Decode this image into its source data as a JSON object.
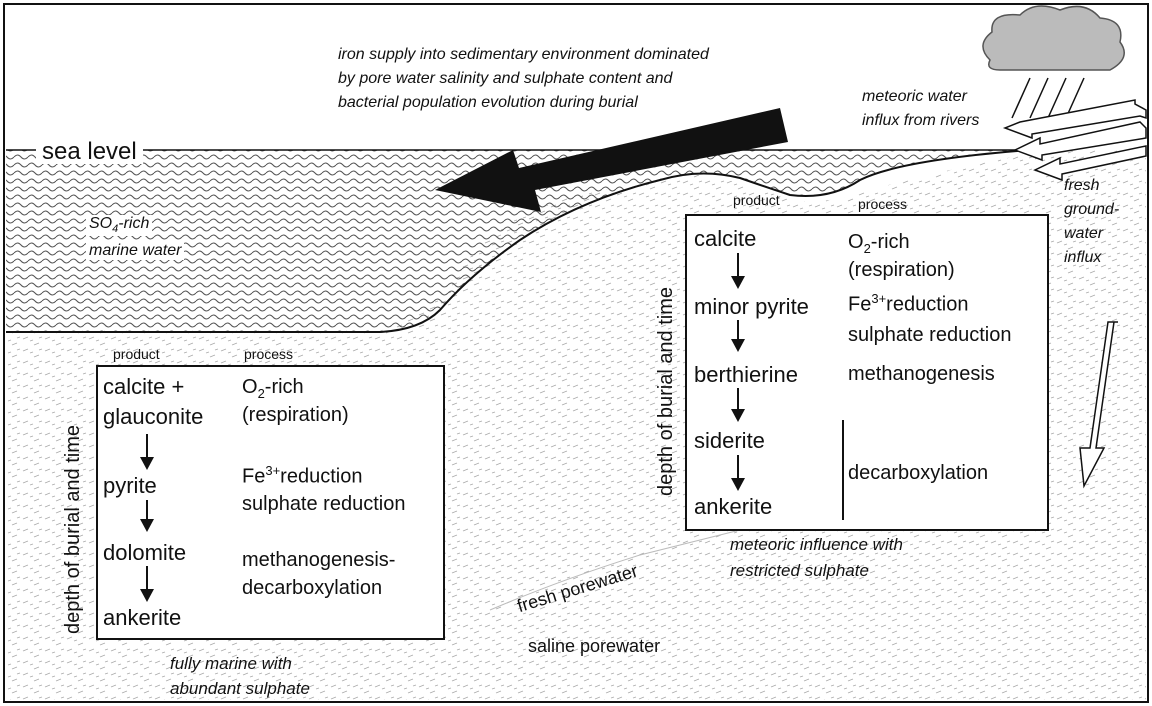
{
  "labels": {
    "sea_level": "sea level",
    "iron_supply_1": "iron supply into sedimentary environment dominated",
    "iron_supply_2": "by pore water salinity and sulphate content and",
    "iron_supply_3": "bacterial population evolution during burial",
    "meteoric_1": "meteoric water",
    "meteoric_2": "influx from rivers",
    "fresh_gw_1": "fresh",
    "fresh_gw_2": "ground-",
    "fresh_gw_3": "water",
    "fresh_gw_4": "influx",
    "so4_pre": "SO",
    "so4_sub": "4",
    "so4_post": "-rich",
    "marine_water": "marine water",
    "fresh_porewater": "fresh porewater",
    "saline_porewater": "saline porewater",
    "marine_caption_1": "fully marine with",
    "marine_caption_2": "abundant sulphate",
    "meteoric_caption_1": "meteoric influence with",
    "meteoric_caption_2": "restricted sulphate"
  },
  "left_box": {
    "header_product": "product",
    "header_process": "process",
    "axis_label": "depth of burial and time",
    "minerals": [
      "calcite +",
      "glauconite",
      "pyrite",
      "dolomite",
      "ankerite"
    ],
    "p1_a": "O",
    "p1_sub": "2",
    "p1_b": "-rich",
    "p1_line2": "(respiration)",
    "p2_a": "Fe",
    "p2_sup": "3+",
    "p2_b": "reduction",
    "p2_line2": "sulphate reduction",
    "p3_line1": "methanogenesis-",
    "p3_line2": "decarboxylation"
  },
  "right_box": {
    "header_product": "product",
    "header_process": "process",
    "axis_label": "depth of burial and time",
    "minerals": [
      "calcite",
      "minor pyrite",
      "berthierine",
      "siderite",
      "ankerite"
    ],
    "p1_a": "O",
    "p1_sub": "2",
    "p1_b": "-rich",
    "p1_line2": "(respiration)",
    "p2_a": "Fe",
    "p2_sup": "3+",
    "p2_b": "reduction",
    "p2_line2": "sulphate reduction",
    "p3": "methanogenesis",
    "p4": "decarboxylation"
  }
}
